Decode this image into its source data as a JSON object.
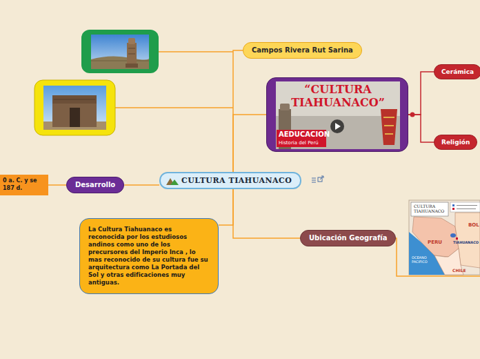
{
  "diagram": {
    "nodes": [
      {
        "text": [
          "CULTURA TIAHUANACO"
        ]
      },
      {
        "text": [
          "Campos Rivera Rut Sarina"
        ]
      },
      {
        "text": [
          "“CULTURA TIAHUANACO”",
          "AEDUCACION",
          "Historia del Perú"
        ]
      },
      {
        "text": [
          "Cerámica"
        ]
      },
      {
        "text": [
          "Religión"
        ]
      },
      {
        "text": [
          "Desarrollo"
        ]
      },
      {
        "text": [
          "0 a. C. y se 187 d."
        ]
      },
      {
        "text": [
          "La Cultura Tiahuanaco es reconocida por los estudiosos andinos como uno de los precursores del Imperio Inca , lo mas reconocido de su cultura fue su arquitectura como La Portada del Sol y otras edificaciones muy antiguas."
        ]
      },
      {
        "text": [
          "Ubicación Geografía"
        ]
      }
    ],
    "edges": [
      {
        "from": 0,
        "to": 1,
        "arrow": "none"
      },
      {
        "from": 0,
        "to": 2,
        "arrow": "none"
      },
      {
        "from": 2,
        "to": 3,
        "arrow": "none"
      },
      {
        "from": 2,
        "to": 4,
        "arrow": "none"
      },
      {
        "from": 0,
        "to": 5,
        "arrow": "none"
      },
      {
        "from": 5,
        "to": 6,
        "arrow": "none"
      },
      {
        "from": 0,
        "to": 7,
        "arrow": "none"
      },
      {
        "from": 0,
        "to": 8,
        "arrow": "none"
      }
    ],
    "labels": [
      "CULTURA TIAHUANACO",
      "PERU",
      "BOL",
      "TIAHUANACO",
      "OCEANO PACIFICO",
      "CHILE"
    ]
  }
}
